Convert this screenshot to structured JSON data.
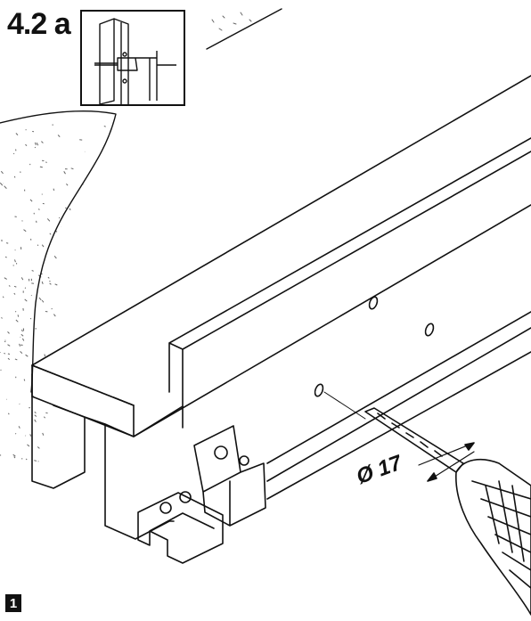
{
  "step": {
    "label": "4.2 a"
  },
  "dimension": {
    "label": "Ø 17"
  },
  "badge": {
    "number": "1"
  },
  "colors": {
    "ink": "#111111",
    "paper": "#ffffff",
    "texture": "#666666"
  },
  "icons": [
    "drill-detail-inset",
    "drill-icon",
    "hole-icon",
    "bolt-icon"
  ]
}
